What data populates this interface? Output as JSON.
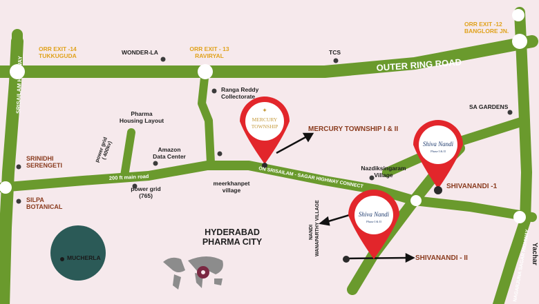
{
  "colors": {
    "background": "#f6e9ec",
    "road": "#6a9a2d",
    "pin": "#e2262b",
    "exit_label": "#e0a21c",
    "project_label": "#8a3b1e",
    "mucherla_circle": "#2b5a57"
  },
  "roads": {
    "outer_ring_road": "OUTER RING ROAD",
    "srisailam_highway": "SRISAILAM HIGHWAY",
    "main_road": "200 ft main road",
    "sagar_highway": "ON SRISAILAM - SAGAR HIGHWAY CONNECT",
    "nagarjuna_sagar_highway": "NAGARJUNA SAGAR HIGHWAY",
    "yachar": "Yachar"
  },
  "exits": {
    "exit14": [
      "ORR EXIT -14",
      "TUKKUGUDA"
    ],
    "exit13": [
      "ORR EXIT - 13",
      "RAVIRYAL"
    ],
    "exit12": [
      "ORR EXIT -12",
      "BANGLORE JN."
    ]
  },
  "places": {
    "wonderla": "WONDER-LA",
    "tcs": "TCS",
    "collectorate": [
      "Ranga Reddy",
      "Collectorate"
    ],
    "sa_gardens": "SA GARDENS",
    "pharma_layout": [
      "Pharma",
      "Housing Layout"
    ],
    "power_grid_400": [
      "power grid",
      "( 400kv)"
    ],
    "amazon": [
      "Amazon",
      "Data Center"
    ],
    "srinidhi": [
      "SRINIDHI",
      "SERENGETI"
    ],
    "silpa": [
      "SILPA",
      "BOTANICAL"
    ],
    "power_grid_765": [
      "power grid",
      "(765)"
    ],
    "meerkhanpet": [
      "meerkhanpet",
      "village"
    ],
    "nazdik": [
      "Nazdiksingaram",
      "Village"
    ],
    "nandi": [
      "NANDI",
      "WANAPARTHY VILLAGE"
    ],
    "pharma_city": [
      "HYDERABAD",
      "PHARMA CITY"
    ],
    "mucherla": "MUCHERLA"
  },
  "projects": {
    "mercury_label": "MERCURY TOWNSHIP I & II",
    "mercury_logo": [
      "MERCURY",
      "TOWNSHIP"
    ],
    "shivanandi1_label": "SHIVANANDI -1",
    "shivanandi2_label": "SHIVANANDI - II",
    "shivanandi_logo": [
      "Shiva Nandi",
      "Phase I & II"
    ]
  }
}
